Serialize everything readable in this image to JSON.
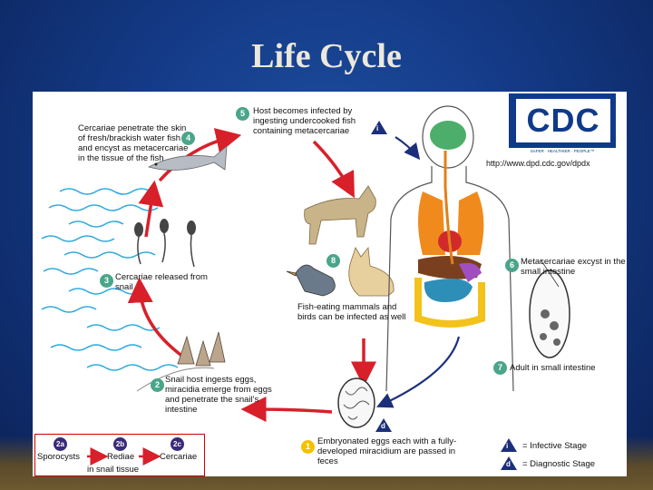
{
  "slide": {
    "title": "Life Cycle"
  },
  "cdc": {
    "logo": "CDC",
    "tagline": "SAFER · HEALTHIER · PEOPLE™",
    "url": "http://www.dpd.cdc.gov/dpdx"
  },
  "steps": {
    "s1": {
      "badge": "1",
      "text": "Embryonated eggs each with a fully-developed miracidium are passed in feces"
    },
    "s2": {
      "badge": "2",
      "text": "Snail host ingests eggs, miracidia emerge from eggs and penetrate the snail's intestine"
    },
    "s3": {
      "badge": "3",
      "text": "Cercariae released from snail"
    },
    "s4": {
      "badge": "4",
      "text": "Cercariae penetrate the skin of fresh/brackish water fish and encyst as metacercariae in the tissue of the fish"
    },
    "s5": {
      "badge": "5",
      "text": "Host becomes infected by ingesting undercooked fish containing metacercariae"
    },
    "s6": {
      "badge": "6",
      "text": "Metacercariae excyst in the small intestine"
    },
    "s7": {
      "badge": "7",
      "text": "Adult in small intestine"
    },
    "s8": {
      "badge": "8",
      "text": "Fish-eating mammals and birds can be infected as well"
    }
  },
  "snail_stages": {
    "a": {
      "badge": "2a",
      "label": "Sporocysts"
    },
    "b": {
      "badge": "2b",
      "label": "Rediae"
    },
    "c": {
      "badge": "2c",
      "label": "Cercariae"
    },
    "caption": "in snail tissue"
  },
  "markers": {
    "infective": "i",
    "diagnostic": "d"
  },
  "legend": {
    "infective": "= Infective Stage",
    "diagnostic": "= Diagnostic Stage"
  },
  "colors": {
    "arrow_red": "#d8202a",
    "arrow_blue": "#1c2f7a",
    "badge_green": "#4aa58a",
    "badge_purple": "#3a2a78",
    "badge_yellow": "#f2c200",
    "water": "#2fa8e0"
  }
}
